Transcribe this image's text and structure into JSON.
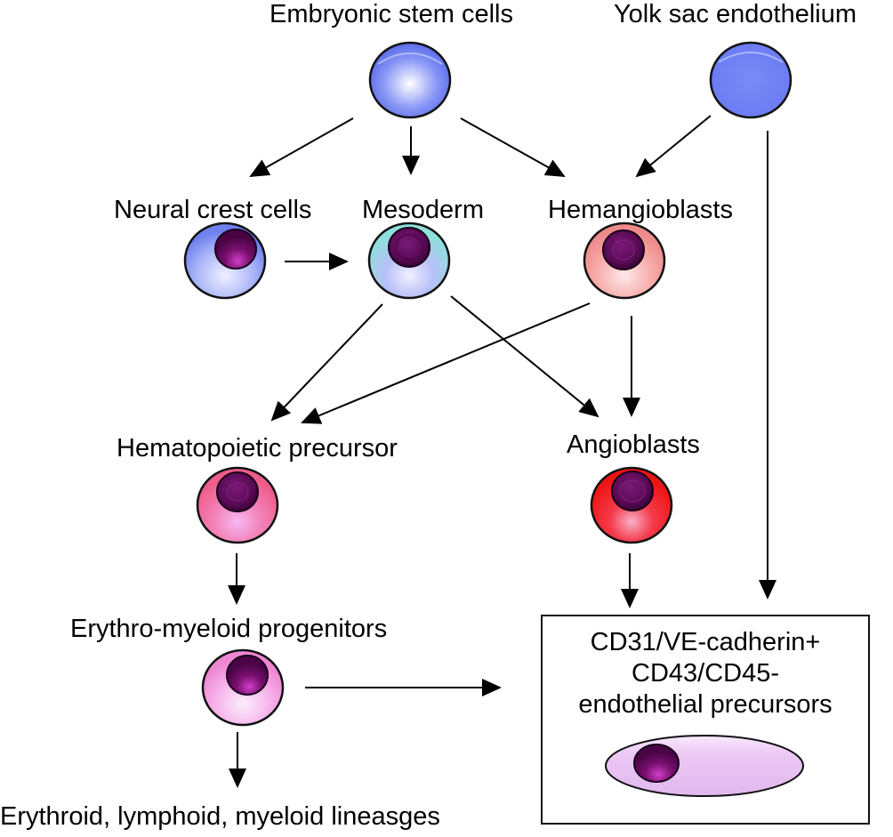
{
  "diagram": {
    "type": "cell lineage flow diagram",
    "nodes": {
      "esc": {
        "label": "Embryonic stem cells",
        "kind": "sphere",
        "color": "#6a7cf2"
      },
      "yolk": {
        "label": "Yolk sac endothelium",
        "kind": "sphere",
        "color": "#6a7cf2"
      },
      "neural": {
        "label": "Neural crest cells",
        "kind": "nucleated",
        "color": "#9aa8f5"
      },
      "mesoderm": {
        "label": "Mesoderm",
        "kind": "nucleated",
        "color": "#aee8e8"
      },
      "hemangio": {
        "label": "Hemangioblasts",
        "kind": "nucleated",
        "color": "#f4a6a6"
      },
      "hemato": {
        "label": "Hematopoietic precursor",
        "kind": "nucleated",
        "color": "#f06a95"
      },
      "angio": {
        "label": "Angioblasts",
        "kind": "nucleated",
        "color": "#f02020"
      },
      "erythro": {
        "label": "Erythro-myeloid progenitors",
        "kind": "nucleated",
        "color": "#f2a2e0"
      },
      "lineages": {
        "label": "Erythroid, lymphoid, myeloid lineasges"
      },
      "endothelial": {
        "lines": [
          "CD31/VE-cadherin+",
          "CD43/CD45-",
          "endothelial precursors"
        ],
        "kind": "elongated",
        "color": "#e8c4f2"
      }
    },
    "edges": [
      {
        "from": "esc",
        "to": "neural"
      },
      {
        "from": "esc",
        "to": "mesoderm"
      },
      {
        "from": "esc",
        "to": "hemangio"
      },
      {
        "from": "yolk",
        "to": "hemangio"
      },
      {
        "from": "yolk",
        "to": "endothelial"
      },
      {
        "from": "neural",
        "to": "mesoderm"
      },
      {
        "from": "mesoderm",
        "to": "hemato"
      },
      {
        "from": "mesoderm",
        "to": "angio"
      },
      {
        "from": "hemangio",
        "to": "hemato"
      },
      {
        "from": "hemangio",
        "to": "angio"
      },
      {
        "from": "hemato",
        "to": "erythro"
      },
      {
        "from": "angio",
        "to": "endothelial"
      },
      {
        "from": "erythro",
        "to": "endothelial"
      },
      {
        "from": "erythro",
        "to": "lineages"
      }
    ],
    "nucleus_color": "#5a0a55"
  }
}
